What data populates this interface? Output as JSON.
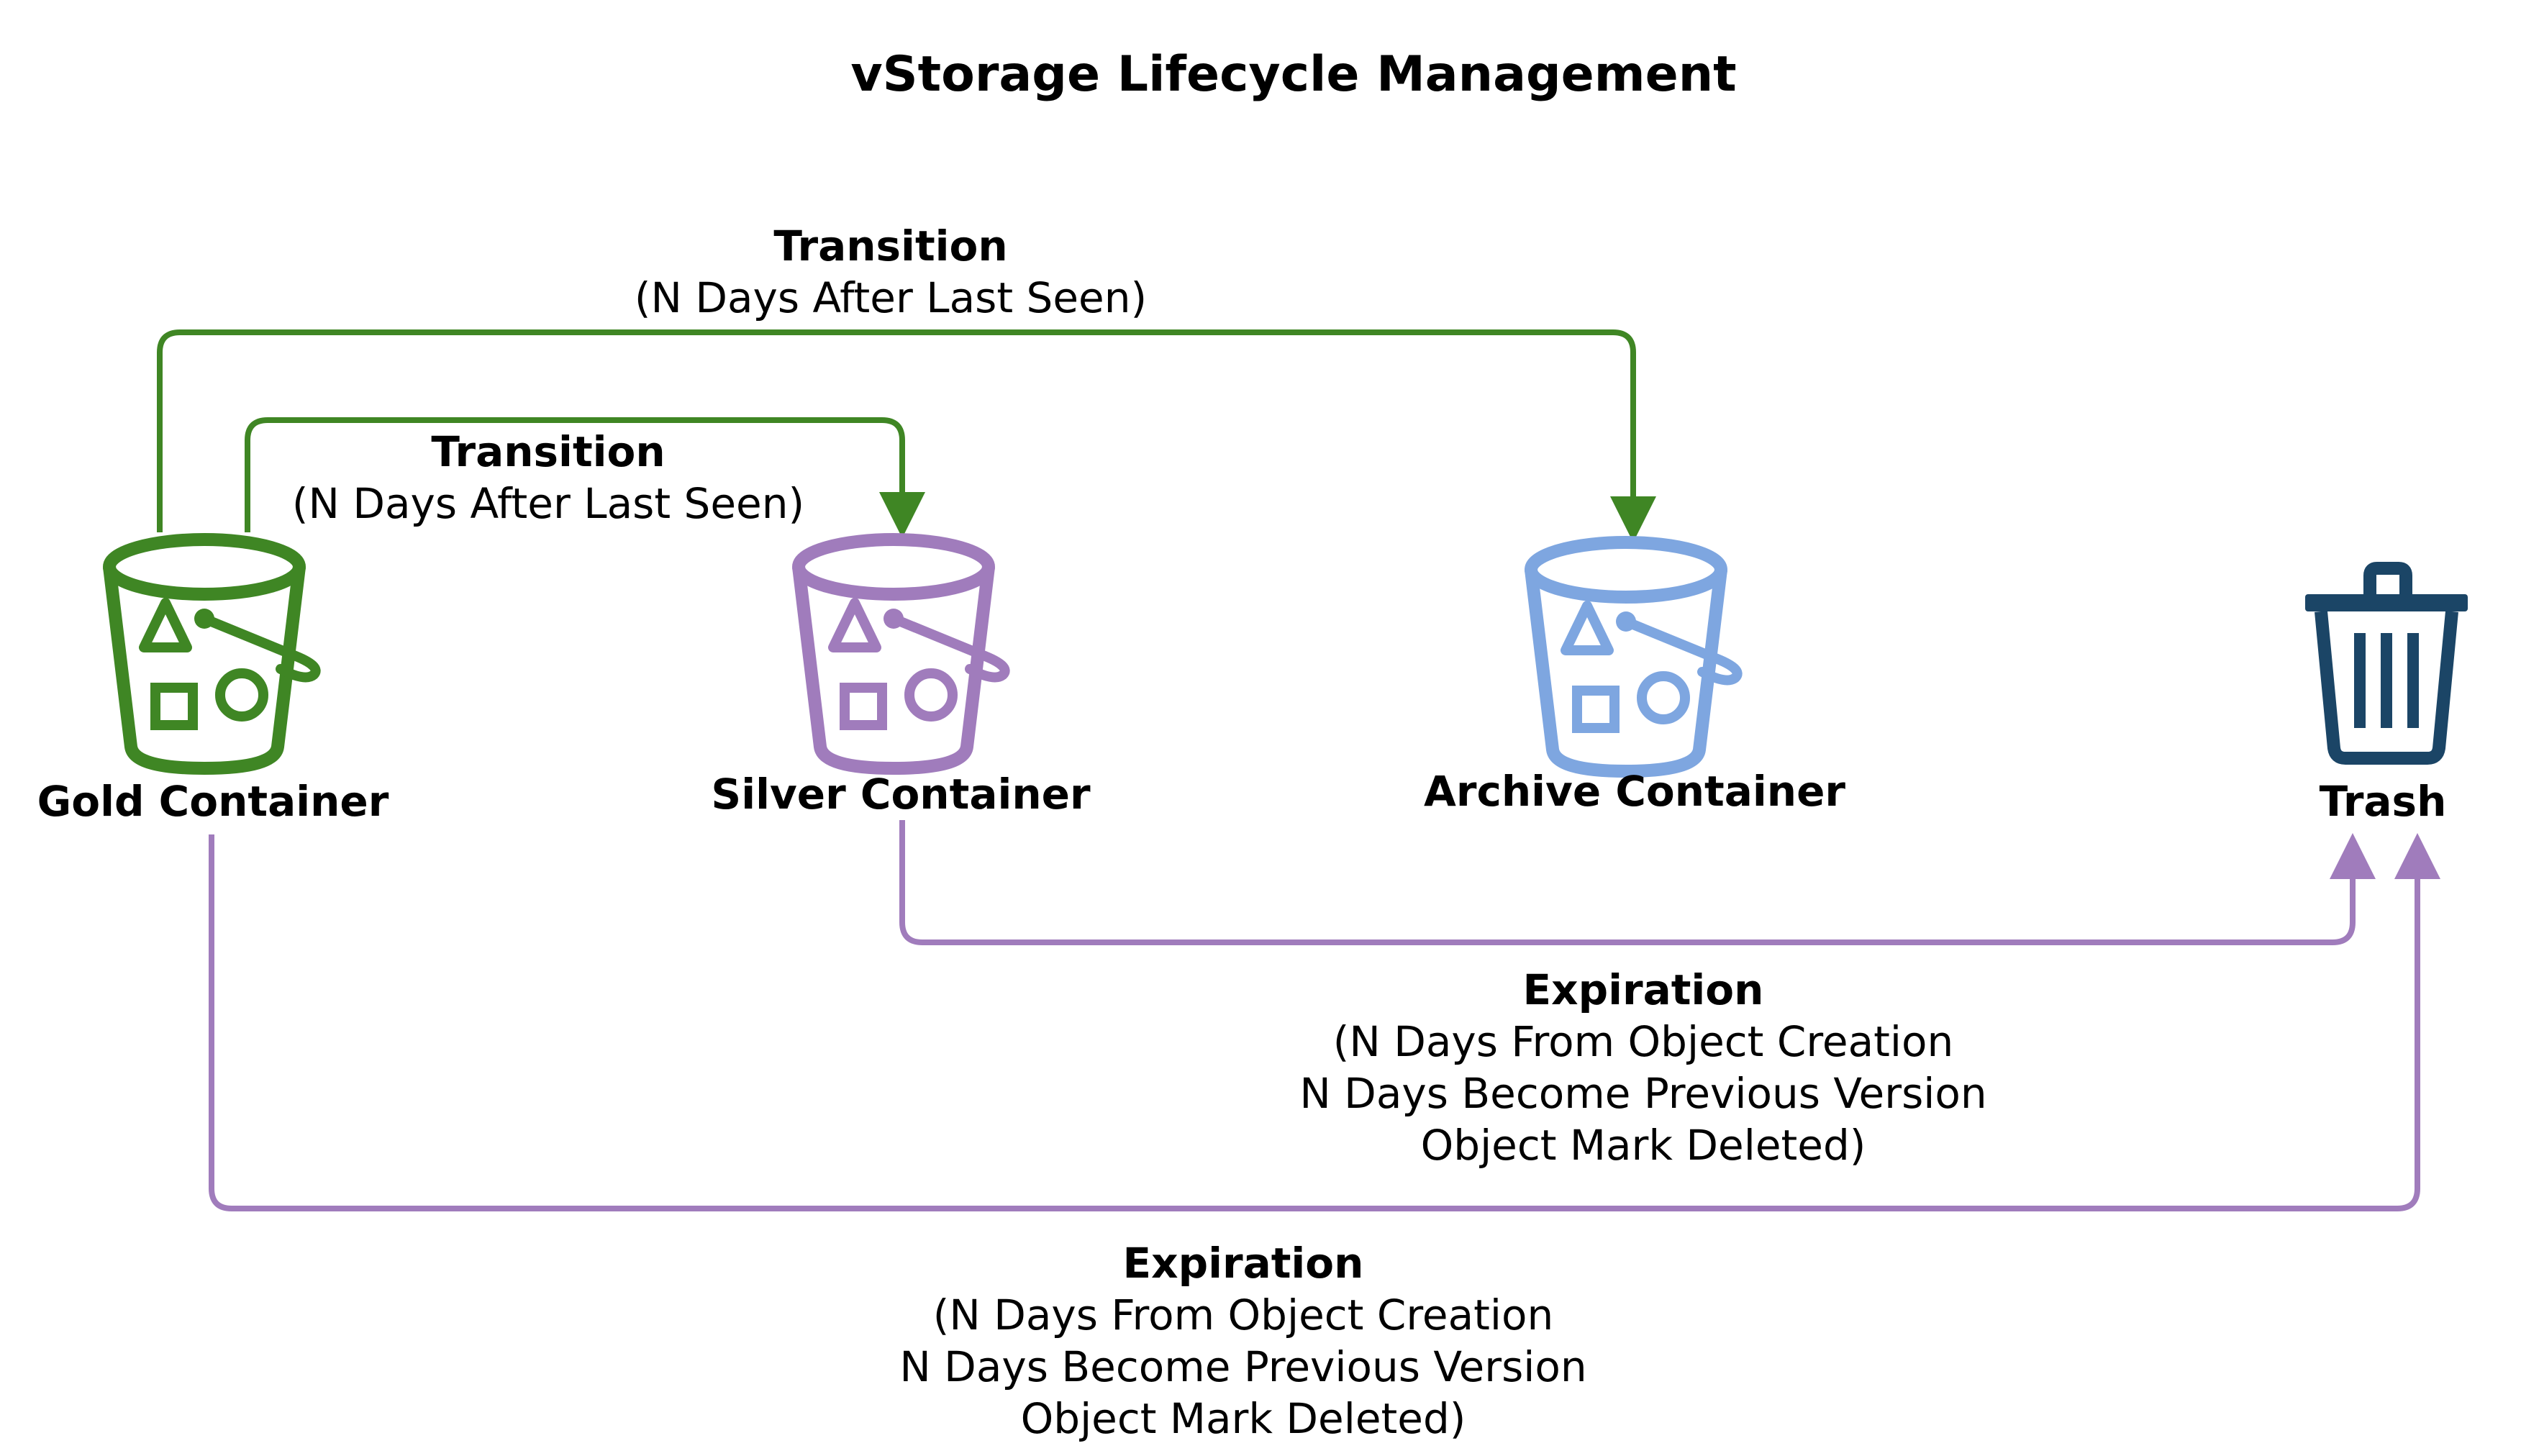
{
  "title": "vStorage Lifecycle Management",
  "colors": {
    "gold": "#3f8624",
    "silver": "#a07cbc",
    "archive": "#7ea6e0",
    "trash": "#1b4566",
    "transition_arrow": "#3f8624",
    "expiration_arrow": "#a07cbc"
  },
  "nodes": {
    "gold": {
      "label": "Gold Container",
      "icon": "bucket-icon"
    },
    "silver": {
      "label": "Silver Container",
      "icon": "bucket-icon"
    },
    "archive": {
      "label": "Archive Container",
      "icon": "bucket-icon"
    },
    "trash": {
      "label": "Trash",
      "icon": "trash-icon"
    }
  },
  "edges": {
    "gold_to_archive": {
      "from": "Gold Container",
      "to": "Archive Container",
      "heading": "Transition",
      "lines": [
        "(N Days After Last Seen)"
      ]
    },
    "gold_to_silver": {
      "from": "Gold Container",
      "to": "Silver Container",
      "heading": "Transition",
      "lines": [
        "(N Days After Last Seen)"
      ]
    },
    "silver_to_trash": {
      "from": "Silver Container",
      "to": "Trash",
      "heading": "Expiration",
      "lines": [
        "(N Days From Object Creation",
        "N Days Become Previous Version",
        "Object Mark Deleted)"
      ]
    },
    "gold_to_trash": {
      "from": "Gold Container",
      "to": "Trash",
      "heading": "Expiration",
      "lines": [
        "(N Days From Object Creation",
        "N Days Become Previous Version",
        "Object Mark Deleted)"
      ]
    }
  }
}
